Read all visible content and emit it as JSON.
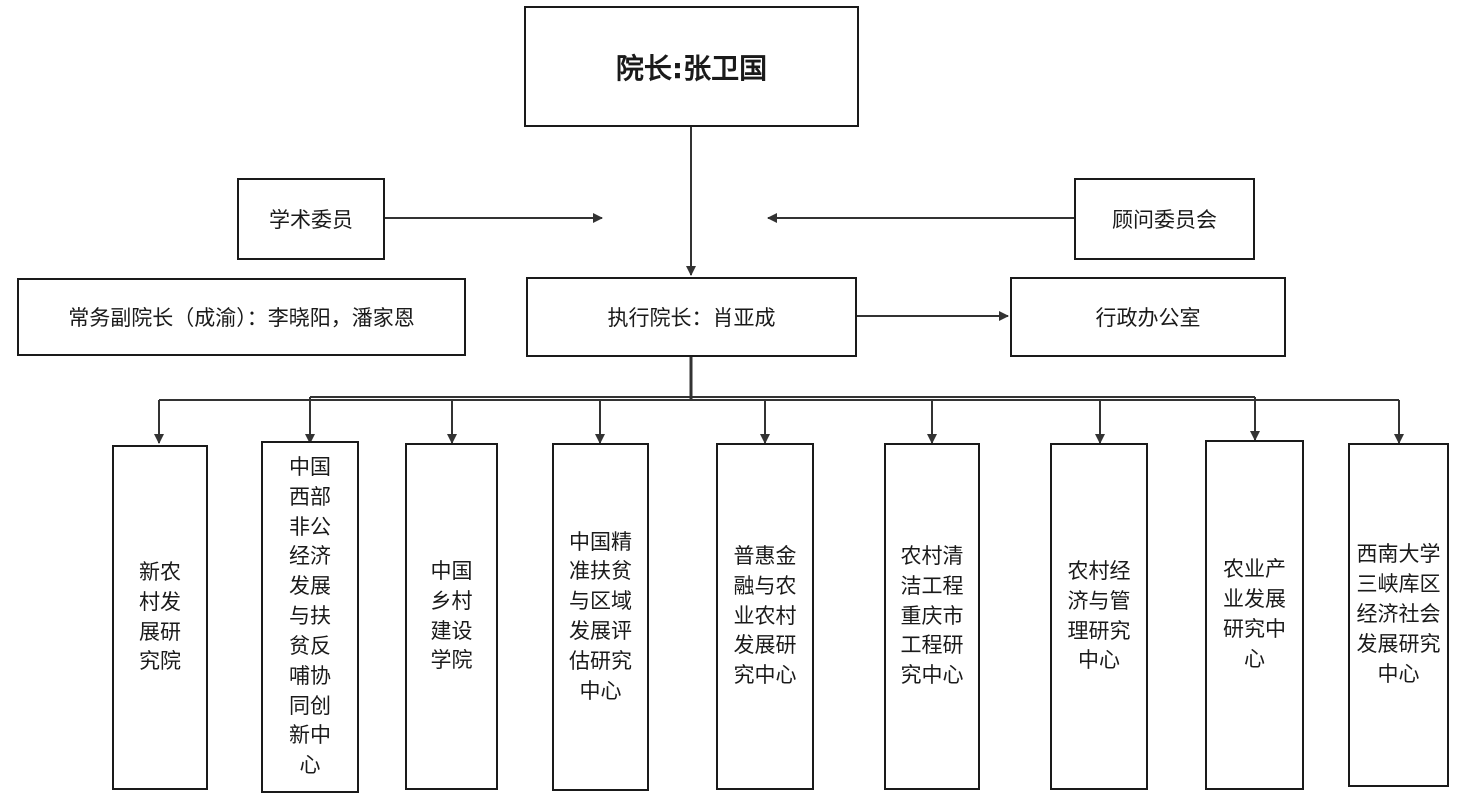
{
  "president": "院长:张卫国",
  "academic_committee": "学术委员",
  "advisory_committee": "顾问委员会",
  "vice_president": "常务副院长（成渝）：李晓阳，潘家恩",
  "executive_president": "执行院长：肖亚成",
  "admin_office": "行政办公室",
  "units": [
    "新农村发展研究院",
    "中国西部非公经济发展与扶贫反哺协同创新中心",
    "中国乡村建设学院",
    "中国精准扶贫与区域发展评估研究中心",
    "普惠金融与农业农村发展研究中心",
    "农村清洁工程重庆市工程研究中心",
    "农村经济与管理研究中心",
    "农业产业发展研究中心",
    "西南大学三峡库区经济社会发展研究中心"
  ]
}
